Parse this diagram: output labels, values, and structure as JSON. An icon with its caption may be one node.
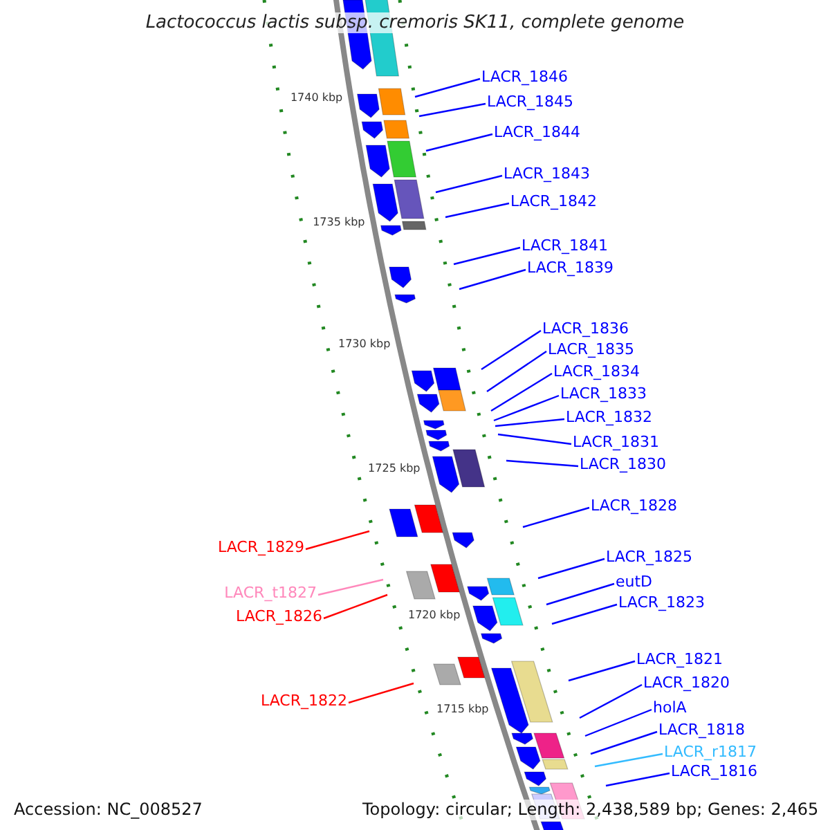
{
  "diagram": {
    "title": "Lactococcus lactis subsp. cremoris SK11, complete genome",
    "nodes": [
      {
        "text": [
          "LACR_1846"
        ]
      },
      {
        "text": [
          "LACR_1845"
        ]
      },
      {
        "text": [
          "LACR_1844"
        ]
      },
      {
        "text": [
          "LACR_1843"
        ]
      },
      {
        "text": [
          "LACR_1842"
        ]
      },
      {
        "text": [
          "LACR_1841"
        ]
      },
      {
        "text": [
          "LACR_1839"
        ]
      },
      {
        "text": [
          "LACR_1836"
        ]
      },
      {
        "text": [
          "LACR_1835"
        ]
      },
      {
        "text": [
          "LACR_1834"
        ]
      },
      {
        "text": [
          "LACR_1833"
        ]
      },
      {
        "text": [
          "LACR_1832"
        ]
      },
      {
        "text": [
          "LACR_1831"
        ]
      },
      {
        "text": [
          "LACR_1830"
        ]
      },
      {
        "text": [
          "LACR_1828"
        ]
      },
      {
        "text": [
          "LACR_1829"
        ]
      },
      {
        "text": [
          "LACR_1825"
        ]
      },
      {
        "text": [
          "LACR_t1827"
        ]
      },
      {
        "text": [
          "eutD"
        ]
      },
      {
        "text": [
          "LACR_1826"
        ]
      },
      {
        "text": [
          "LACR_1823"
        ]
      },
      {
        "text": [
          "LACR_1821"
        ]
      },
      {
        "text": [
          "LACR_1820"
        ]
      },
      {
        "text": [
          "LACR_1822"
        ]
      },
      {
        "text": [
          "holA"
        ]
      },
      {
        "text": [
          "LACR_1818"
        ]
      },
      {
        "text": [
          "LACR_r1817"
        ]
      },
      {
        "text": [
          "LACR_1816"
        ]
      }
    ],
    "edges": [
      {
        "from": 0,
        "to": null,
        "arrow": "none"
      },
      {
        "from": 1,
        "to": null,
        "arrow": "none"
      },
      {
        "from": 2,
        "to": null,
        "arrow": "none"
      },
      {
        "from": 3,
        "to": null,
        "arrow": "none"
      },
      {
        "from": 4,
        "to": null,
        "arrow": "none"
      },
      {
        "from": 5,
        "to": null,
        "arrow": "none"
      },
      {
        "from": 6,
        "to": null,
        "arrow": "none"
      },
      {
        "from": 7,
        "to": null,
        "arrow": "none"
      },
      {
        "from": 8,
        "to": null,
        "arrow": "none"
      },
      {
        "from": 9,
        "to": null,
        "arrow": "none"
      },
      {
        "from": 10,
        "to": null,
        "arrow": "none"
      },
      {
        "from": 11,
        "to": null,
        "arrow": "none"
      },
      {
        "from": 12,
        "to": null,
        "arrow": "none"
      },
      {
        "from": 13,
        "to": null,
        "arrow": "none"
      },
      {
        "from": 14,
        "to": null,
        "arrow": "none"
      },
      {
        "from": 15,
        "to": null,
        "arrow": "none",
        "color": "#ff0000"
      },
      {
        "from": 16,
        "to": null,
        "arrow": "none"
      },
      {
        "from": 17,
        "to": null,
        "arrow": "none",
        "color": "#ff88bb"
      },
      {
        "from": 18,
        "to": null,
        "arrow": "none"
      },
      {
        "from": 19,
        "to": null,
        "arrow": "none",
        "color": "#ff0000"
      },
      {
        "from": 20,
        "to": null,
        "arrow": "none"
      },
      {
        "from": 21,
        "to": null,
        "arrow": "none"
      },
      {
        "from": 22,
        "to": null,
        "arrow": "none"
      },
      {
        "from": 23,
        "to": null,
        "arrow": "none",
        "color": "#ff0000"
      },
      {
        "from": 24,
        "to": null,
        "arrow": "none"
      },
      {
        "from": 25,
        "to": null,
        "arrow": "none"
      },
      {
        "from": 26,
        "to": null,
        "arrow": "none",
        "color": "#33bbff"
      },
      {
        "from": 27,
        "to": null,
        "arrow": "none"
      }
    ],
    "labels": [
      "1740 kbp",
      "1735 kbp",
      "1730 kbp",
      "1725 kbp",
      "1720 kbp",
      "1715 kbp",
      "Accession: NC_008527",
      "Topology: circular; Length: 2,438,589 bp; Genes: 2,465"
    ]
  }
}
